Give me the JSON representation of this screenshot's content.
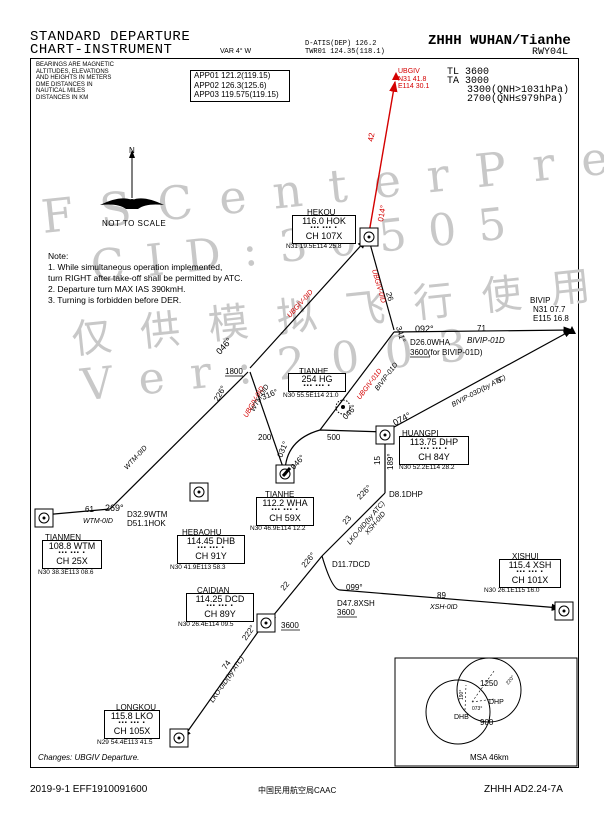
{
  "header": {
    "title_line1": "STANDARD DEPARTURE",
    "title_line2": "CHART-INSTRUMENT",
    "var": "VAR 4° W",
    "atis": "D-ATIS(DEP) 126.2",
    "twr": "TWR01 124.35(118.1)",
    "airport": "ZHHH WUHAN/Tianhe",
    "runway": "RWY04L"
  },
  "bearing_note": [
    "BEARINGS ARE MAGNETIC",
    "ALTITUDES, ELEVATIONS",
    "AND HEIGHTS IN METERS",
    "DME     DISTANCES   IN",
    "NAUTICAL        MILES",
    "DISTANCES IN KM"
  ],
  "app_freqs": [
    "APP01  121.2(119.15)",
    "APP02  126.3(125.6)",
    "APP03  119.575(119.15)"
  ],
  "transition": {
    "tl": "TL 3600",
    "ta": "TA  3000",
    "ta_high": "3300(QNH>1031hPa)",
    "ta_low": "2700(QNH≤979hPa)"
  },
  "not_to_scale": "NOT TO SCALE",
  "north": "N",
  "notes": {
    "title": "Note:",
    "lines": [
      "1. While simultaneous operation implemented,",
      "turn RIGHT after take-off shall be permitted by ATC.",
      "2. Departure turn MAX IAS 390kmH.",
      "3. Turning is forbidden before DER."
    ]
  },
  "navaids": {
    "hekou": {
      "name": "HEKOU",
      "freq": "116.0 HOK",
      "ch": "CH 107X",
      "coord": "N31 19.5E114 25.8"
    },
    "tianhe_vor": {
      "name": "TIANHE",
      "freq": "254 HG",
      "coord": "N30 55.5E114 21.0"
    },
    "huangpi": {
      "name": "HUANGPI",
      "freq": "113.75 DHP",
      "ch": "CH 84Y",
      "coord": "N30 52.2E114 28.2"
    },
    "tianhe": {
      "name": "TIANHE",
      "freq": "112.2 WHA",
      "ch": "CH 59X",
      "coord": "N30 46.9E114 12.2"
    },
    "tianmen": {
      "name": "TIANMEN",
      "freq": "108.8 WTM",
      "ch": "CH 25X",
      "coord": "N30 38.3E113 08.6"
    },
    "hebaohu": {
      "name": "HEBAOHU",
      "freq": "114.45 DHB",
      "ch": "CH 91Y",
      "coord": "N30 41.9E113 58.3"
    },
    "caidian": {
      "name": "CAIDIAN",
      "freq": "114.25 DCD",
      "ch": "CH 89Y",
      "coord": "N30 26.4E114 09.5"
    },
    "xishui": {
      "name": "XISHUI",
      "freq": "115.4 XSH",
      "ch": "CH 101X",
      "coord": "N30 26.1E115 16.0"
    },
    "longkou": {
      "name": "LONGKOU",
      "freq": "115.8 LKO",
      "ch": "CH 105X",
      "coord": "N29 54.4E113 41.5"
    }
  },
  "waypoints": {
    "ubgiv": {
      "name": "UBGIV",
      "coord1": "N31 41.8",
      "coord2": "E114 30.1"
    },
    "bivip": {
      "name": "BIVIP",
      "coord1": "N31 07.7",
      "coord2": "E115 16.8"
    }
  },
  "labels": {
    "r42": "42",
    "r014": "014°",
    "r26": "26",
    "ubgiv_0id_up": "UBGIV-0ID",
    "d26": "D26.0WHA",
    "d26_alt": "3600(for BIVIP-01D)",
    "r092": "092°",
    "r71": "71",
    "bivip_01d": "BIVIP-01D",
    "bivip_03d": "BIVIP-03D(by ATC)",
    "r6": "6",
    "r341": "341°",
    "r046a": "046°",
    "r1800": "1800",
    "r226a": "226°",
    "ubgiv_0id_left": "UBGIV-0ID",
    "wtm_0id_a": "WTM-0ID",
    "wtm_0id_b": "WTM-0ID",
    "ubgiv_0id_c": "UBGIV-0ID",
    "r316": "316°",
    "r200": "200",
    "r500": "500",
    "r046b": "046°",
    "r046c": "046°",
    "r031": "031°",
    "r074": "074°",
    "bivip_01d_b": "BIVIP-01D",
    "ubgiv_0id_d": "UBGIV-01D",
    "r189": "189°",
    "r15": "15",
    "r226b": "226°",
    "d8": "D8.1DHP",
    "lko_0id": "LKO-0ID(by ATC)",
    "xsh_0id_a": "XSH-0ID",
    "r23": "23",
    "d11": "D11.7DCD",
    "r226c": "226°",
    "r099": "099°",
    "d47": "D47.8XSH",
    "d47_alt": "3600",
    "r89": "89",
    "xsh_0id_b": "XSH-0ID",
    "r22": "22",
    "r222": "222°",
    "alt3600": "3600",
    "r74": "74",
    "lko_0id_b": "LKO-0ID(by ATC)",
    "r269": "269°",
    "r61": "61",
    "wtm_0id_c": "WTM-0ID",
    "d32": "D32.9WTM",
    "d51": "D51.1HOK"
  },
  "msa": {
    "label": "MSA 46km",
    "n1": "1250",
    "n2": "900",
    "dhp": "DHP",
    "dhb": "DHB",
    "b1": "190°",
    "b2": "220°",
    "b3": "073°"
  },
  "changes": "Changes: UBGIV Departure.",
  "footer": {
    "date": "2019-9-1  EFF1910091600",
    "authority": "中国民用航空局CAAC",
    "page": "ZHHH  AD2.24-7A"
  },
  "watermark": {
    "l1": "F S C e n t e r   P r e",
    "l2": "C I D : 3 0 5 0 5",
    "l3": "仅 供 模 拟 飞 行 使 用",
    "l4": "V e r : 2 0 0 3"
  }
}
